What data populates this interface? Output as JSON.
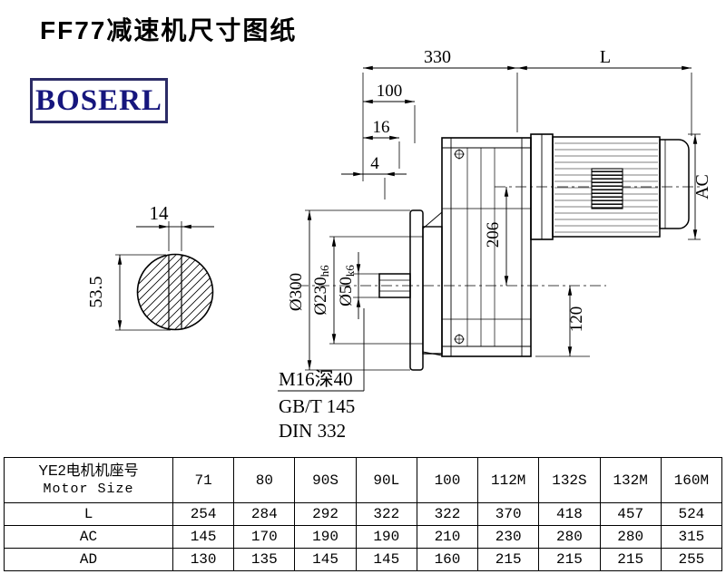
{
  "title": "FF77减速机尺寸图纸",
  "logo": "BOSERL",
  "drawing": {
    "dims": {
      "top_width": "330",
      "motor_length": "L",
      "d100": "100",
      "d16": "16",
      "d4": "4",
      "ac": "AC",
      "d206": "206",
      "d120": "120",
      "flange_od": "Ø300",
      "spigot_base": "Ø230",
      "spigot_tol": "h6",
      "bore_base": "Ø50",
      "bore_tol": "k6",
      "key_width": "14",
      "key_height": "53.5"
    },
    "notes": {
      "tap": "M16深40",
      "std1": "GB/T 145",
      "std2": "DIN 332"
    }
  },
  "table": {
    "header": {
      "line1": "YE2电机机座号",
      "line2": "Motor Size",
      "sizes": [
        "71",
        "80",
        "90S",
        "90L",
        "100",
        "112M",
        "132S",
        "132M",
        "160M"
      ]
    },
    "rows": [
      {
        "label": "L",
        "values": [
          "254",
          "284",
          "292",
          "322",
          "322",
          "370",
          "418",
          "457",
          "524"
        ]
      },
      {
        "label": "AC",
        "values": [
          "145",
          "170",
          "190",
          "190",
          "210",
          "230",
          "280",
          "280",
          "315"
        ]
      },
      {
        "label": "AD",
        "values": [
          "130",
          "135",
          "145",
          "145",
          "160",
          "215",
          "215",
          "215",
          "255"
        ]
      }
    ]
  },
  "colors": {
    "line": "#000000",
    "logo_text": "#16167d",
    "logo_border": "#2b2b66",
    "background": "#ffffff"
  }
}
